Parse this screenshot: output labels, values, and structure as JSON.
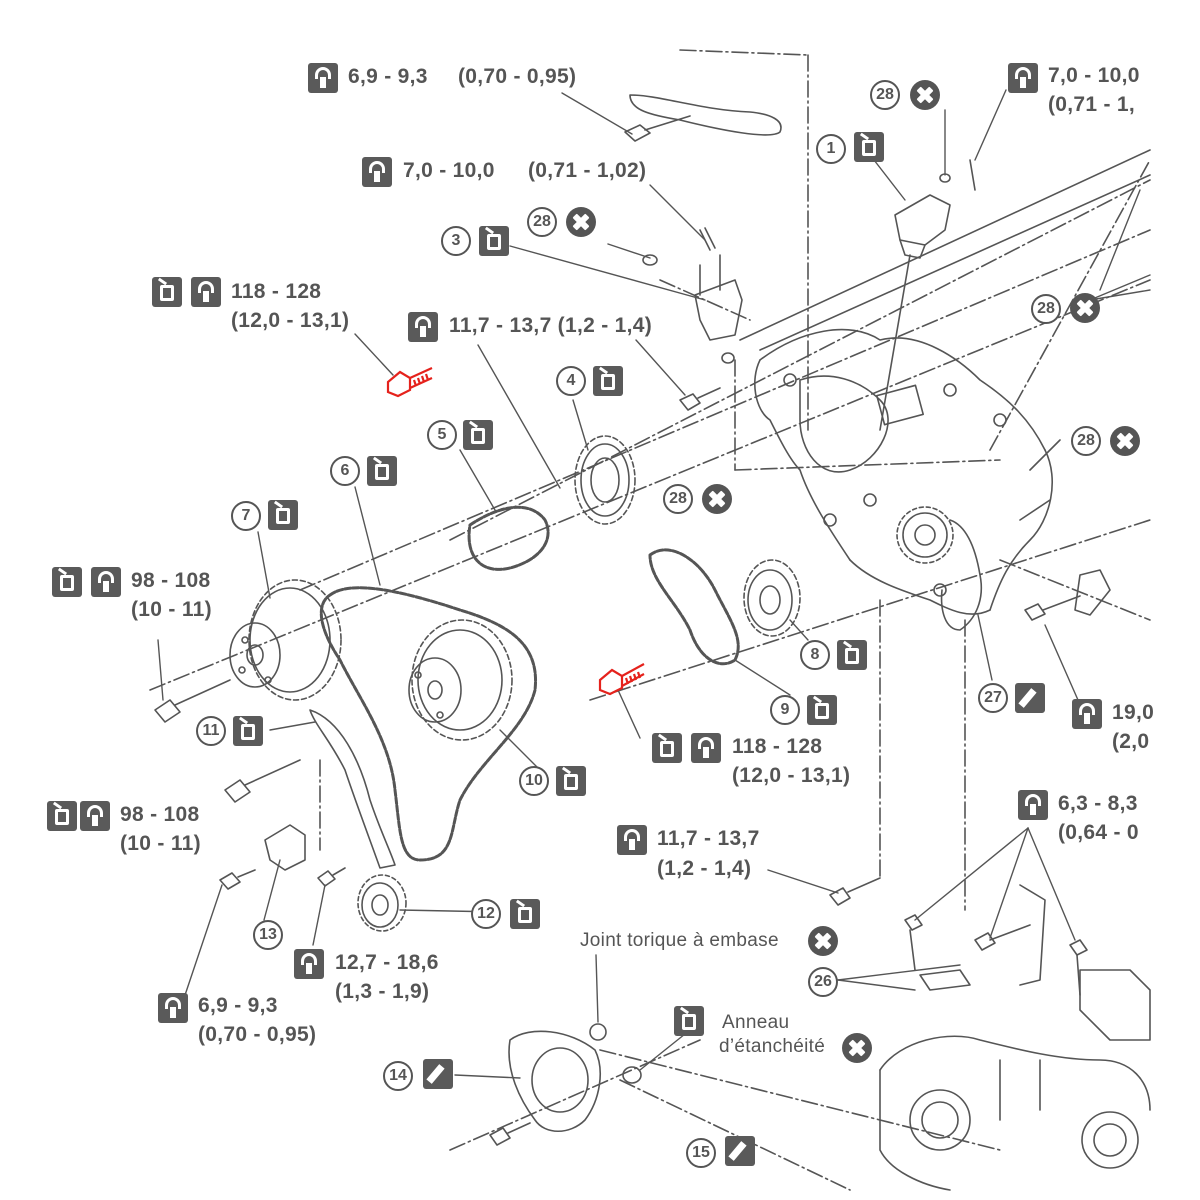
{
  "torque_specs": {
    "t1_value": "6,9 - 9,3",
    "t1_alt": "(0,70 - 0,95)",
    "t2_value": "7,0 - 10,0",
    "t2_alt": "(0,71 - 1,02)",
    "t3_value": "7,0 - 10,0",
    "t3_alt": "(0,71 - 1,",
    "t4_value": "118 - 128",
    "t4_alt": "(12,0 - 13,1)",
    "t5_text": "11,7 - 13,7  (1,2 - 1,4)",
    "t6_value": "98 - 108",
    "t6_alt": "(10 - 11)",
    "t7_value": "118 - 128",
    "t7_alt": "(12,0 - 13,1)",
    "t8_value": "98 - 108",
    "t8_alt": "(10 - 11)",
    "t9_value": "11,7 - 13,7",
    "t9_alt": "(1,2 - 1,4)",
    "t10_value": "12,7 - 18,6",
    "t10_alt": "(1,3 - 1,9)",
    "t11_value": "6,9 - 9,3",
    "t11_alt": "(0,70 - 0,95)",
    "t12_value": "19,0",
    "t12_alt": "(2,0",
    "t13_value": "6,3 - 8,3",
    "t13_alt": "(0,64 - 0"
  },
  "callouts": {
    "c1": "1",
    "c3": "3",
    "c4": "4",
    "c5": "5",
    "c6": "6",
    "c7": "7",
    "c8": "8",
    "c9": "9",
    "c10": "10",
    "c11": "11",
    "c12": "12",
    "c13": "13",
    "c14": "14",
    "c15": "15",
    "c26": "26",
    "c27": "27",
    "c28": "28"
  },
  "notes": {
    "joint": "Joint torique à embase",
    "anneau_line1": "Anneau",
    "anneau_line2": "d’étanchéité"
  },
  "icons": {
    "torque": "torque-wrench-icon",
    "oil": "oil-can-icon",
    "seal": "liquid-gasket-icon",
    "replace": "do-not-reuse-x-icon"
  },
  "colors": {
    "line": "#555555",
    "highlight": "#e5221c"
  }
}
